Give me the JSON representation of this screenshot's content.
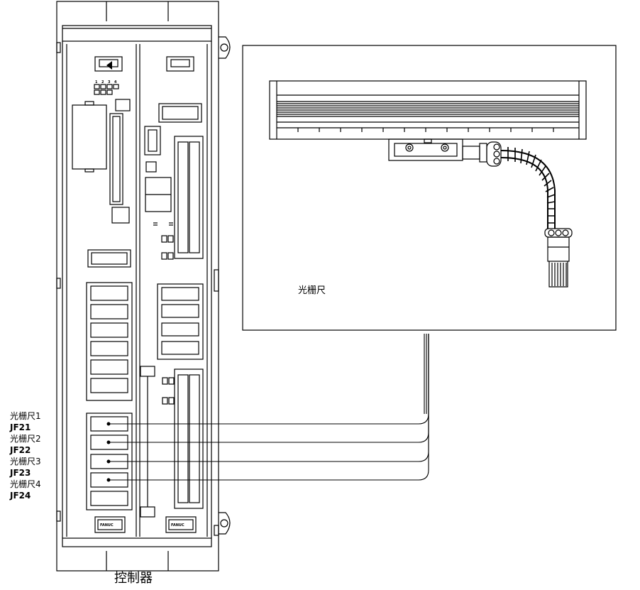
{
  "controller": {
    "title": "控制器",
    "led_numbers": [
      "1",
      "2",
      "3",
      "4"
    ],
    "port_brand": "FANUC"
  },
  "scale_unit": {
    "caption": "光栅尺"
  },
  "connections": [
    {
      "label": "光栅尺1",
      "port": "JF21"
    },
    {
      "label": "光栅尺2",
      "port": "JF22"
    },
    {
      "label": "光栅尺3",
      "port": "JF23"
    },
    {
      "label": "光栅尺4",
      "port": "JF24"
    }
  ]
}
